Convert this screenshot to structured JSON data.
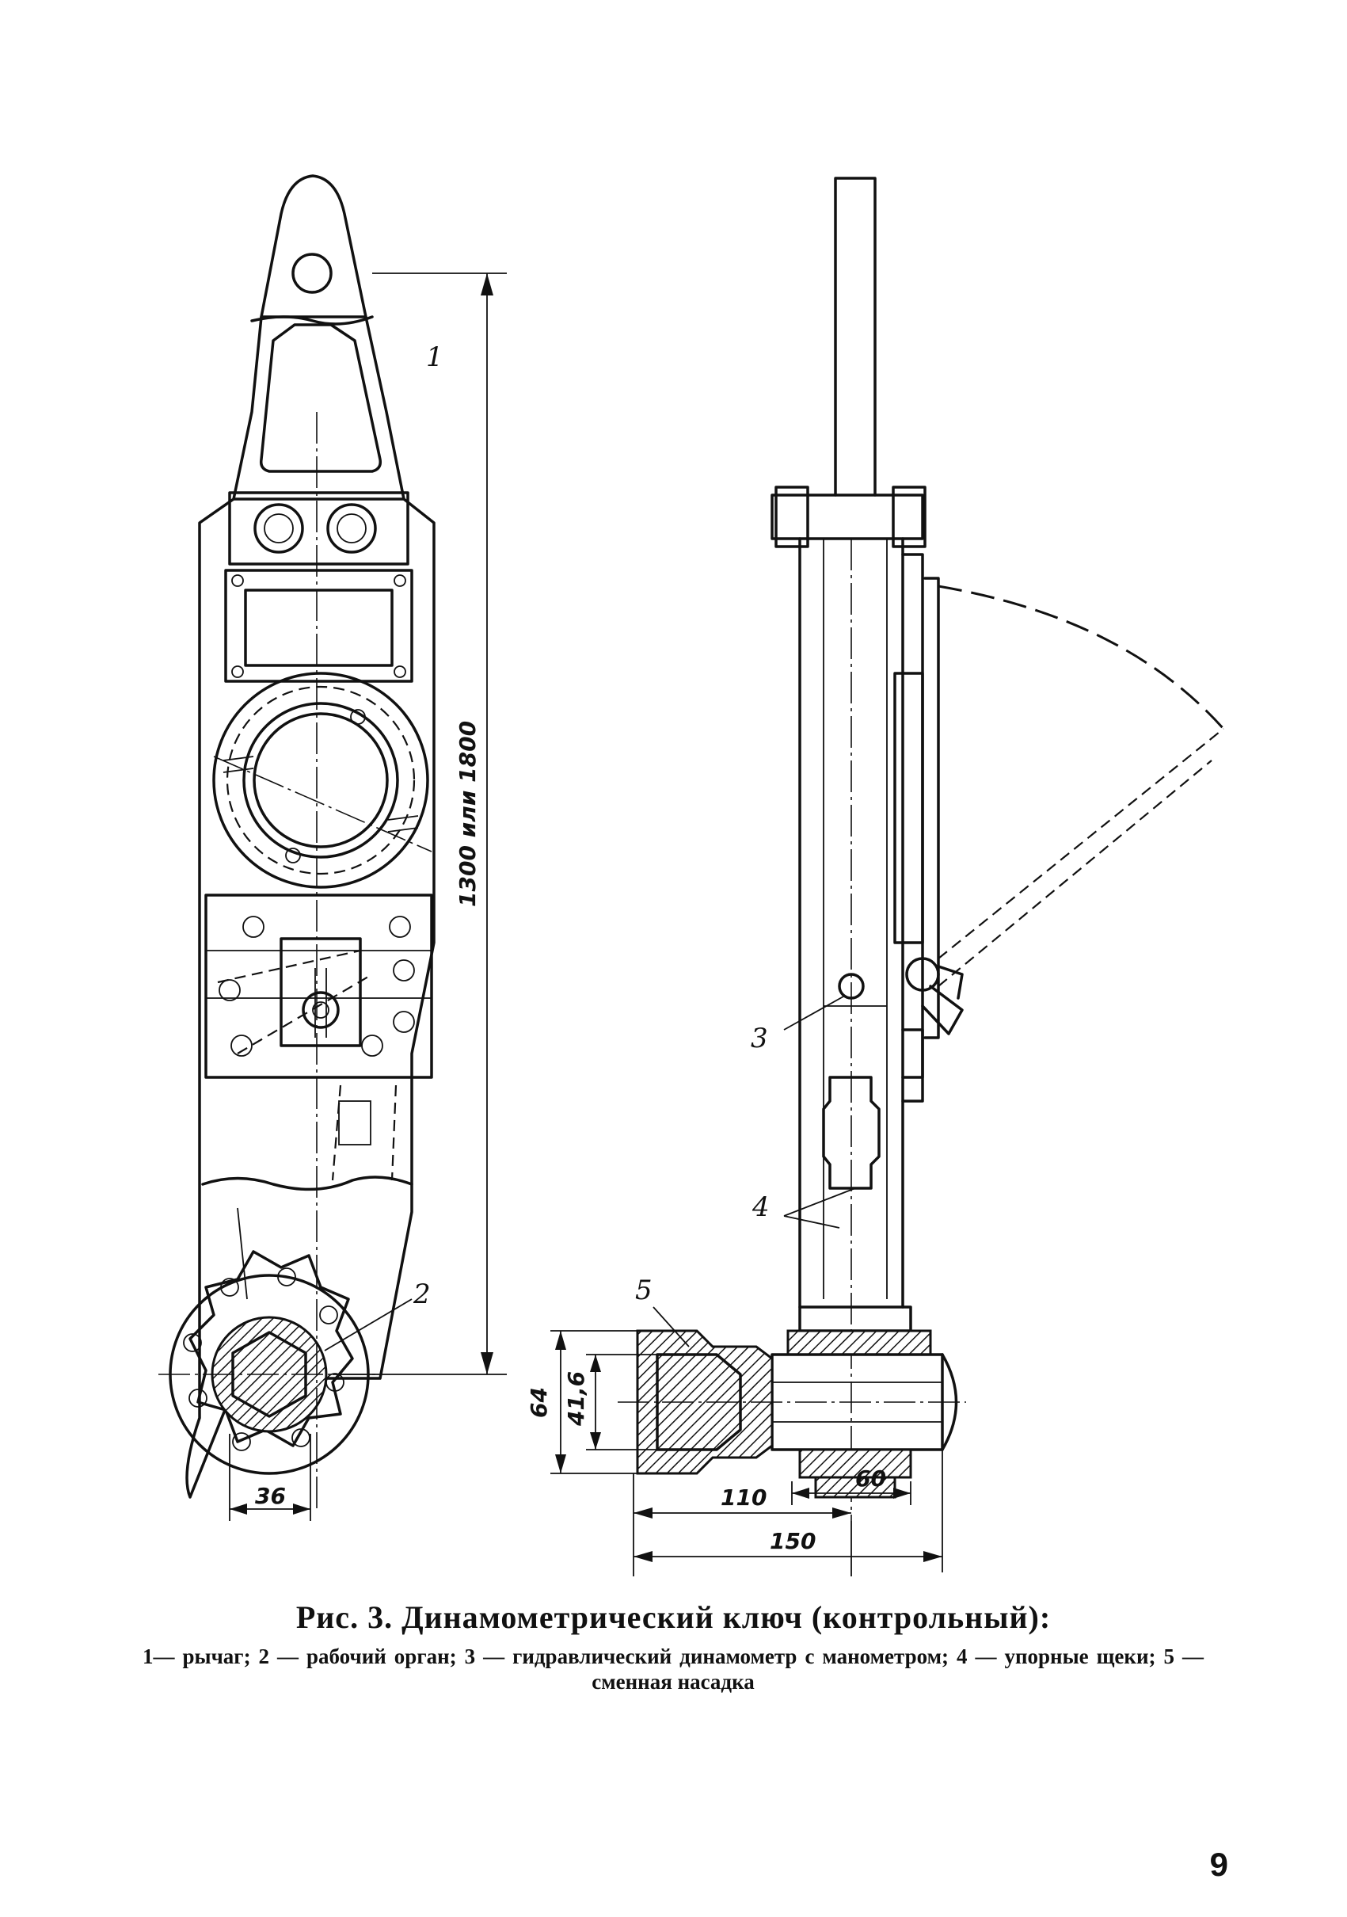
{
  "figure": {
    "title": "Рис. 3. Динамометрический ключ (контрольный):",
    "legend": "1— рычаг; 2 — рабочий орган; 3 — гидравлический динамометр с манометром; 4 — упорные щеки; 5 — сменная насадка",
    "part_labels": [
      "1",
      "2",
      "3",
      "4",
      "5"
    ],
    "dimensions": {
      "length": "1300 или 1800",
      "socket_width": "36",
      "outer_dia": "64",
      "inner_dia": "41,6",
      "length_110": "110",
      "length_60": "60",
      "length_150": "150"
    }
  },
  "page_number": "9"
}
